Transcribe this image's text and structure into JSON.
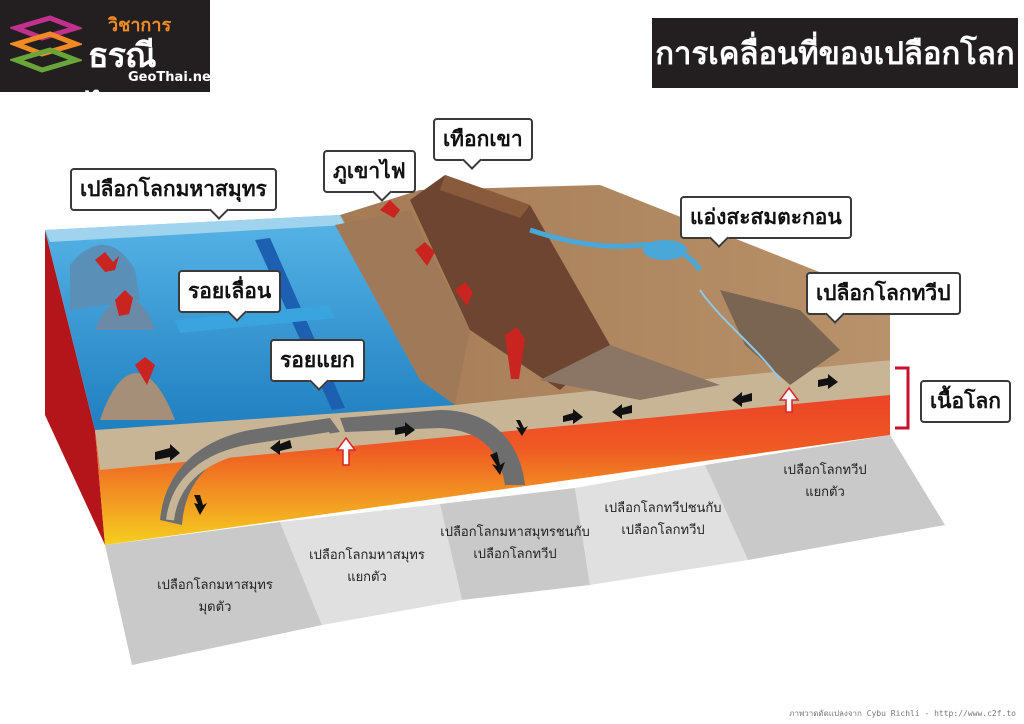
{
  "logo": {
    "top": "วิชาการ",
    "main": "ธรณีไทย",
    "sub": "GeoThai.net"
  },
  "title": "การเคลื่อนที่ของเปลือกโลก",
  "labels": {
    "oceanic_crust": "เปลือกโลกมหาสมุทร",
    "volcano": "ภูเขาไฟ",
    "mountain_range": "เทือกเขา",
    "sedimentary_basin": "แอ่งสะสมตะกอน",
    "transform_fault": "รอยเลื่อน",
    "rift": "รอยแยก",
    "continental_crust": "เปลือกโลกทวีป",
    "mantle": "เนื้อโลก"
  },
  "processes": [
    {
      "line1": "เปลือกโลกมหาสมุทร",
      "line2": "มุดตัว"
    },
    {
      "line1": "เปลือกโลกมหาสมุทร",
      "line2": "แยกตัว"
    },
    {
      "line1": "เปลือกโลกมหาสมุทรชนกับ",
      "line2": "เปลือกโลกทวีป"
    },
    {
      "line1": "เปลือกโลกทวีปชนกับ",
      "line2": "เปลือกโลกทวีป"
    },
    {
      "line1": "เปลือกโลกทวีป",
      "line2": "แยกตัว"
    }
  ],
  "credit": "ภาพวาดดัดแปลงจาก Cybu Richli - http://www.c2f.to",
  "colors": {
    "ocean": "#2f9bd8",
    "ocean_light": "#9fd3ee",
    "land": "#9b7455",
    "mountain": "#6d4530",
    "crust": "#c8b596",
    "mantle_red": "#e8262b",
    "mantle_yellow": "#f5d020",
    "panel_gray": "#c9c9c9",
    "header_black": "#231f20",
    "logo_orange": "#f08a24"
  }
}
